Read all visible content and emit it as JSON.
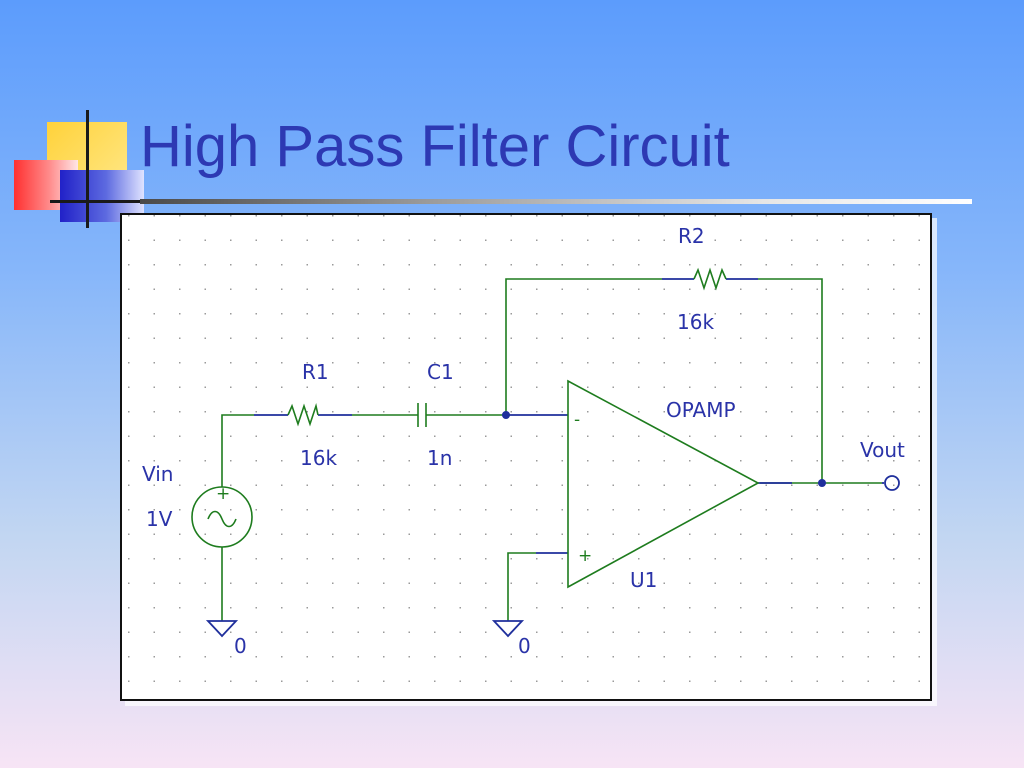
{
  "slide": {
    "title": "High Pass Filter Circuit"
  },
  "colors": {
    "title": "#2d39b3",
    "wire": "#1e7c1e",
    "label": "#2a33a8",
    "node": "#1f2f9c"
  },
  "schematic": {
    "components": {
      "r1": {
        "ref": "R1",
        "value": "16k"
      },
      "c1": {
        "ref": "C1",
        "value": "1n"
      },
      "r2": {
        "ref": "R2",
        "value": "16k"
      },
      "vin": {
        "ref": "Vin",
        "value": "1V"
      },
      "opamp": {
        "type": "OPAMP",
        "ref": "U1",
        "inverting_pin": "-",
        "noninverting_pin": "+"
      }
    },
    "source_polarity": "+",
    "grounds": [
      {
        "label": "0"
      },
      {
        "label": "0"
      }
    ],
    "output": {
      "label": "Vout"
    }
  }
}
